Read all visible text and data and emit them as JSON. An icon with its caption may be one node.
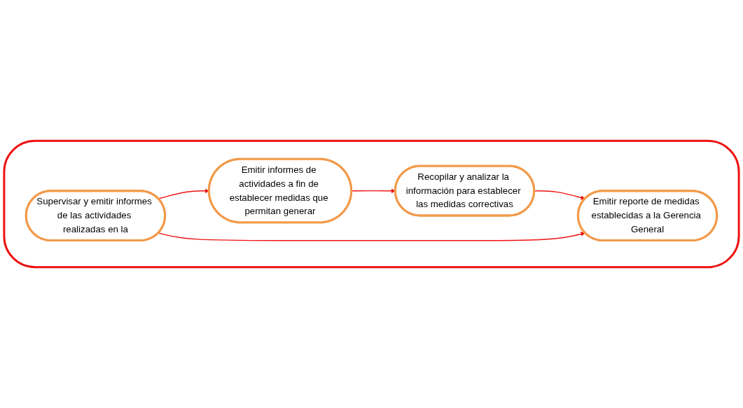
{
  "diagram": {
    "nodes": [
      {
        "text": [],
        "shape": "cloud"
      },
      {
        "text": [
          "Emitir informes de actividades a fin de establecer medidas que permitan generar"
        ],
        "in": 0
      },
      {
        "text": [
          "Supervisar y emitir informes de las actividades realizadas en la"
        ],
        "in": 0
      },
      {
        "text": [
          "Recopilar y analizar la información para establecer las medidas correctivas"
        ],
        "in": 0
      },
      {
        "text": [
          "Emitir reporte de medidas establecidas a la Gerencia General"
        ],
        "in": 0
      }
    ],
    "edges": [
      {
        "from": 2,
        "to": 1,
        "arrow": "to"
      },
      {
        "from": 1,
        "to": 3,
        "arrow": "to"
      },
      {
        "from": 3,
        "to": 4,
        "arrow": "to"
      },
      {
        "from": 2,
        "to": 4,
        "arrow": "to"
      }
    ]
  }
}
